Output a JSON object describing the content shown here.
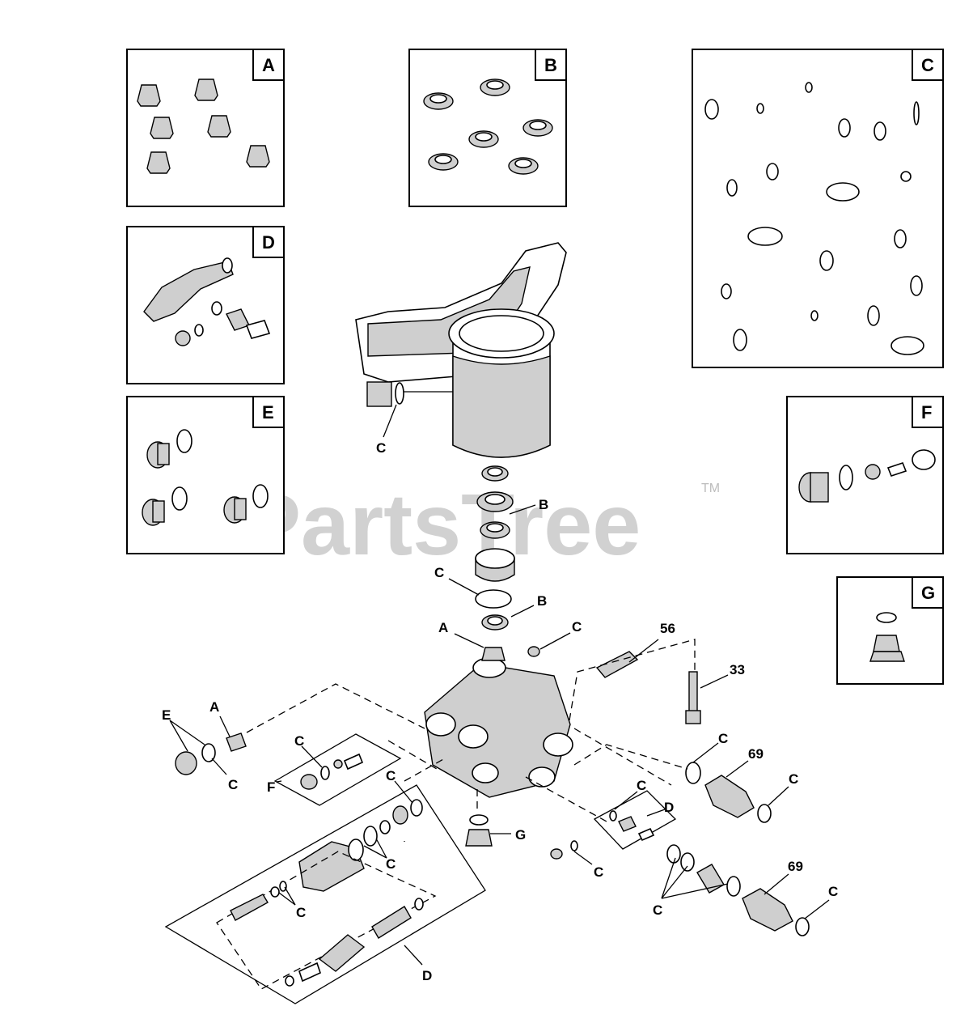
{
  "watermark": {
    "brand": "PartsTree",
    "trademark": "TM"
  },
  "kits": {
    "A": "A",
    "B": "B",
    "C": "C",
    "D": "D",
    "E": "E",
    "F": "F",
    "G": "G"
  },
  "callouts": {
    "c_head": "C",
    "b_upper": "B",
    "c_ring": "C",
    "b_lower": "B",
    "a_top": "A",
    "c_cap": "C",
    "p56": "56",
    "p33": "33",
    "e_left": "E",
    "a_left": "A",
    "c_left": "C",
    "c_fkit": "C",
    "f_kit": "F",
    "c_dkit_top": "C",
    "g_label": "G",
    "c_right1": "C",
    "p69_upper": "69",
    "c_right2": "C",
    "c_valve": "C",
    "d_small": "D",
    "c_mid": "C",
    "c_stem": "C",
    "c_bottom_valve": "C",
    "c_lower_group": "C",
    "p69_lower": "69",
    "c_lower_right": "C",
    "d_big": "D"
  }
}
